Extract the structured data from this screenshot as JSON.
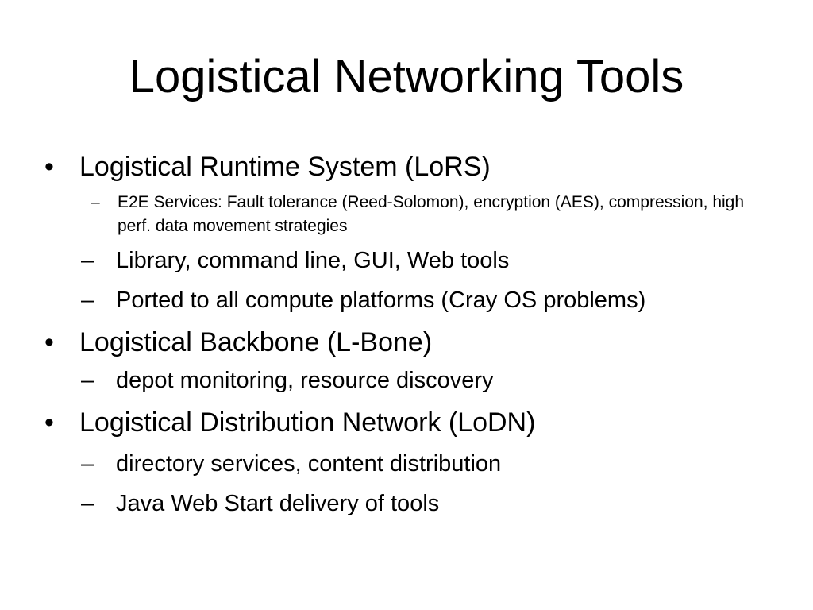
{
  "slide": {
    "title": "Logistical Networking Tools",
    "items": [
      {
        "bullet": "•",
        "text": "Logistical Runtime System (LoRS)",
        "subitems": [
          {
            "dash": "–",
            "text": "E2E Services: Fault tolerance (Reed-Solomon), encryption (AES), compression, high perf. data movement strategies"
          },
          {
            "dash": "–",
            "text": "Library, command line, GUI, Web tools"
          },
          {
            "dash": "–",
            "text": "Ported to all compute platforms (Cray OS problems)"
          }
        ]
      },
      {
        "bullet": "•",
        "text": "Logistical Backbone (L-Bone)",
        "subitems": [
          {
            "dash": "–",
            "text": "depot monitoring, resource discovery"
          }
        ]
      },
      {
        "bullet": "•",
        "text": "Logistical Distribution Network (LoDN)",
        "subitems": [
          {
            "dash": "–",
            "text": "directory services, content distribution"
          },
          {
            "dash": "–",
            "text": "Java Web Start delivery of tools"
          }
        ]
      }
    ]
  }
}
